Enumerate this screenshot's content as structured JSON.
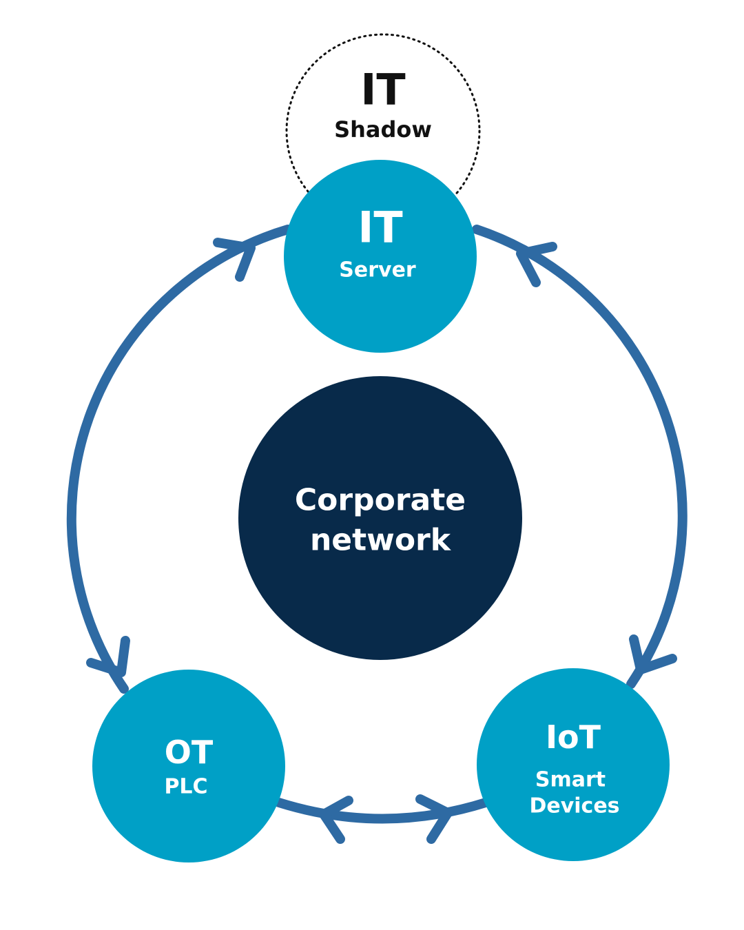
{
  "colors": {
    "ring": "#2e6aa3",
    "node_fill": "#00a0c6",
    "center_fill": "#082a4a",
    "shadow_outline": "#111111",
    "light_text": "#ffffff",
    "dark_text": "#111111"
  },
  "shadow_it": {
    "title": "IT",
    "subtitle": "Shadow"
  },
  "it_node": {
    "title": "IT",
    "subtitle": "Server"
  },
  "center_node": {
    "line1": "Corporate",
    "line2": "network"
  },
  "ot_node": {
    "title": "OT",
    "subtitle": "PLC"
  },
  "iot_node": {
    "title": "IoT",
    "subtitle_line1": "Smart",
    "subtitle_line2": "Devices"
  }
}
